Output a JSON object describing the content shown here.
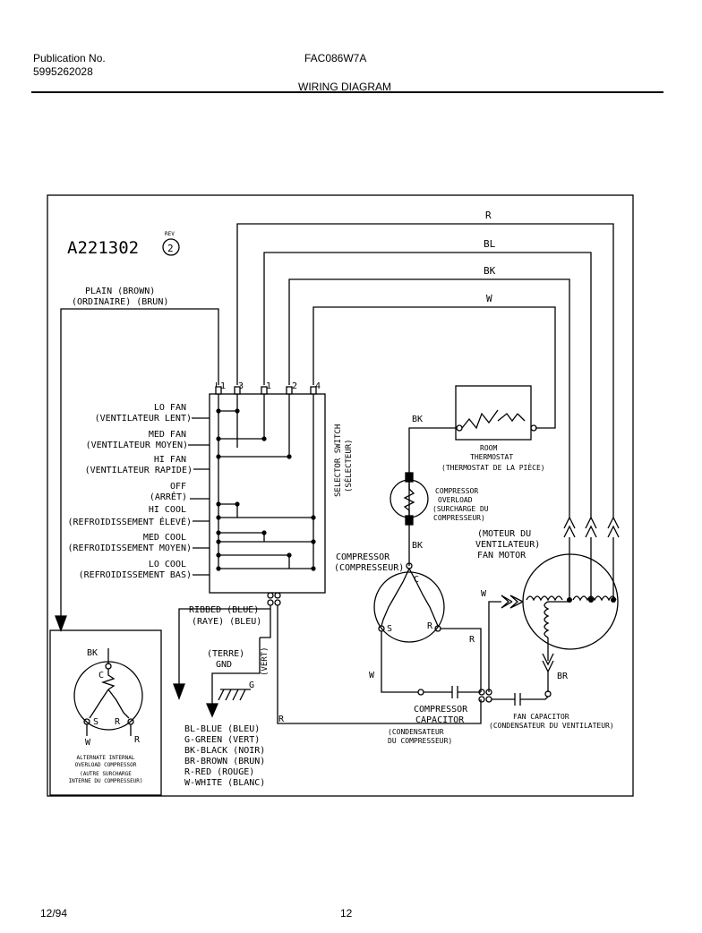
{
  "header": {
    "publication_label": "Publication No.",
    "publication_number": "5995262028",
    "model": "FAC086W7A",
    "section_title": "WIRING DIAGRAM"
  },
  "footer": {
    "date": "12/94",
    "page": "12"
  },
  "diagram": {
    "part_number": "A221302",
    "revision": "2",
    "revision_mark": "REV",
    "plain_brown": "PLAIN   (BROWN)",
    "plain_brown_fr": "(ORDINAIRE)  (BRUN)",
    "terminals": [
      "L1",
      "3",
      "1",
      "2",
      "4"
    ],
    "wire_r": "R",
    "wire_bl": "BL",
    "wire_bk": "BK",
    "wire_w": "W",
    "switch_rows": [
      {
        "en": "LO FAN",
        "fr": "(VENTILATEUR LENT)"
      },
      {
        "en": "MED FAN",
        "fr": "(VENTILATEUR MOYEN)"
      },
      {
        "en": "HI FAN",
        "fr": "(VENTILATEUR RAPIDE)"
      },
      {
        "en": "OFF",
        "fr": "(ARRÊT)"
      },
      {
        "en": "HI COOL",
        "fr": "(REFROIDISSEMENT ÉLEVÉ)"
      },
      {
        "en": "MED COOL",
        "fr": "(REFROIDISSEMENT MOYEN)"
      },
      {
        "en": "LO COOL",
        "fr": "(REFROIDISSEMENT BAS)"
      }
    ],
    "selector_switch": "SELECTOR SWITCH",
    "selector_switch_fr": "(SÉLECTEUR)",
    "ribbed_blue": "RIBBED   (BLUE)",
    "ribbed_blue_fr": "(RAYE)   (BLEU)",
    "terre": "(TERRE)",
    "gnd": "GND",
    "g_label": "G",
    "vert": "(VERT)",
    "legend": [
      "BL-BLUE (BLEU)",
      "G-GREEN (VERT)",
      "BK-BLACK (NOIR)",
      "BR-BROWN (BRUN)",
      "R-RED (ROUGE)",
      "W-WHITE (BLANC)"
    ],
    "thermostat_bk": "BK",
    "room_thermostat": "ROOM",
    "room_thermostat_2": "THERMOSTAT",
    "room_thermostat_fr": "(THERMOSTAT DE LA PIÈCE)",
    "overload": "COMPRESSOR",
    "overload_2": "OVERLOAD",
    "overload_fr": "(SURCHARGE DU",
    "overload_fr_2": "COMPRESSEUR)",
    "overload_bk": "BK",
    "compressor": "COMPRESSOR",
    "compressor_fr": "(COMPRESSEUR)",
    "comp_c": "C",
    "comp_s": "S",
    "comp_r": "R",
    "comp_wire_r": "R",
    "comp_wire_w": "W",
    "comp_capacitor": "COMPRESSOR",
    "comp_capacitor_2": "CAPACITOR",
    "comp_capacitor_fr": "(CONDENSATEUR",
    "comp_capacitor_fr_2": "DU COMPRESSEUR)",
    "bottom_r": "R",
    "fan_motor_fr": "(MOTEUR DU",
    "fan_motor_fr_2": "VENTILATEUR)",
    "fan_motor": "FAN MOTOR",
    "fan_w": "W",
    "fan_br": "BR",
    "fan_capacitor": "FAN CAPACITOR",
    "fan_capacitor_fr": "(CONDENSATEUR DU VENTILATEUR)",
    "alt_bk": "BK",
    "alt_c": "C",
    "alt_s": "S",
    "alt_r": "R",
    "alt_w": "W",
    "alt_r_wire": "R",
    "alt_caption_1": "ALTERNATE INTERNAL",
    "alt_caption_2": "OVERLOAD COMPRESSOR",
    "alt_caption_fr_1": "(AUTRE SURCHARGE",
    "alt_caption_fr_2": "INTERNE DU COMPRESSEUR)"
  }
}
